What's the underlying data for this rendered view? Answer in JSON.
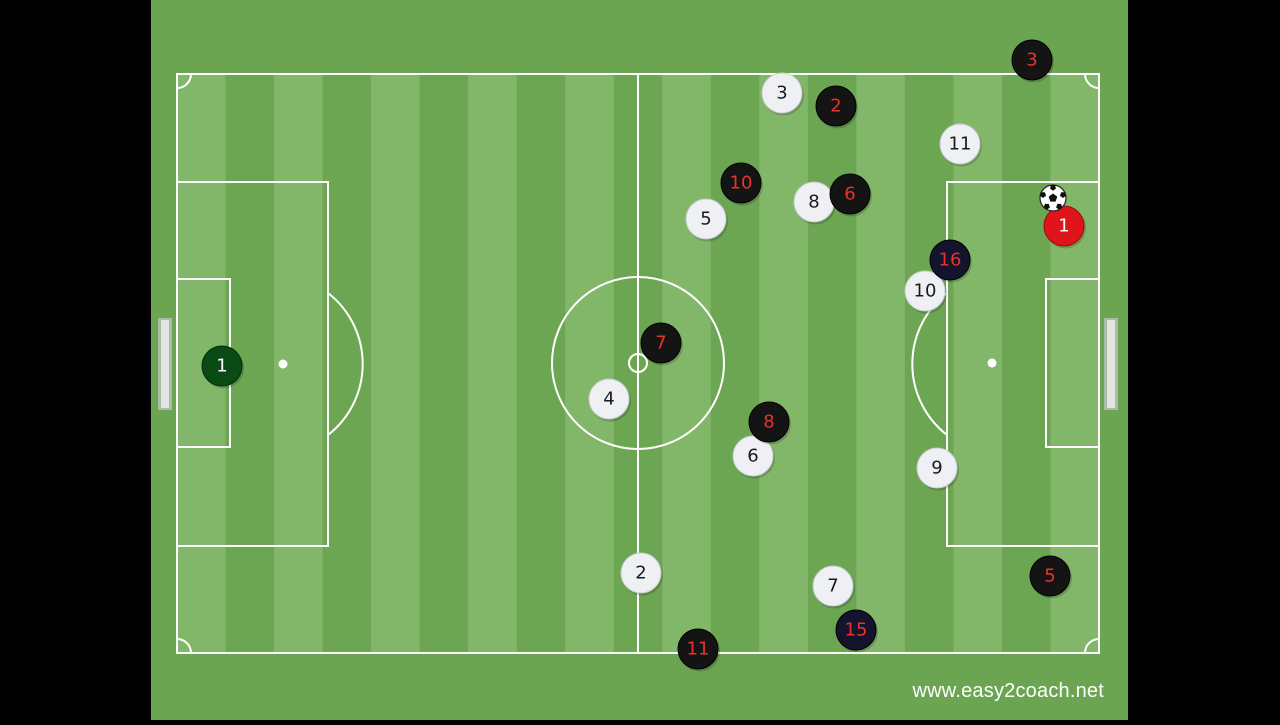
{
  "colors": {
    "background": "#000000",
    "grass_outer": "#6ba552",
    "stripe_dark": "#6ca653",
    "stripe_light": "#82b76a",
    "lines": "#ffffff",
    "white_team_fill": "#eef0f4",
    "white_team_text": "#1a1a1a",
    "black_team_fill": "#141414",
    "black_team_text": "#e8332a",
    "navy_fill": "#14142e",
    "goalkeeper_dark_fill": "#0a4a14",
    "goalkeeper_dark_text": "#ffffff",
    "goalkeeper_red_fill": "#e0151b",
    "goalkeeper_red_text": "#ffffff"
  },
  "pitch": {
    "name": "football-pitch",
    "ball_icon": "soccer-ball-icon",
    "goal_icons": [
      "left-goal-icon",
      "right-goal-icon"
    ]
  },
  "players": [
    {
      "id": "white-1",
      "number": "1",
      "team": "goalkeeper-dark"
    },
    {
      "id": "white-2",
      "number": "2",
      "team": "white"
    },
    {
      "id": "white-3",
      "number": "3",
      "team": "white"
    },
    {
      "id": "white-4",
      "number": "4",
      "team": "white"
    },
    {
      "id": "white-5",
      "number": "5",
      "team": "white"
    },
    {
      "id": "white-6",
      "number": "6",
      "team": "white"
    },
    {
      "id": "white-7",
      "number": "7",
      "team": "white"
    },
    {
      "id": "white-8",
      "number": "8",
      "team": "white"
    },
    {
      "id": "white-9",
      "number": "9",
      "team": "white"
    },
    {
      "id": "white-10",
      "number": "10",
      "team": "white"
    },
    {
      "id": "white-11",
      "number": "11",
      "team": "white"
    },
    {
      "id": "black-1",
      "number": "1",
      "team": "goalkeeper-red"
    },
    {
      "id": "black-2",
      "number": "2",
      "team": "black"
    },
    {
      "id": "black-3",
      "number": "3",
      "team": "black"
    },
    {
      "id": "black-5",
      "number": "5",
      "team": "black"
    },
    {
      "id": "black-6",
      "number": "6",
      "team": "black"
    },
    {
      "id": "black-7",
      "number": "7",
      "team": "black"
    },
    {
      "id": "black-8",
      "number": "8",
      "team": "black"
    },
    {
      "id": "black-10",
      "number": "10",
      "team": "black"
    },
    {
      "id": "black-11",
      "number": "11",
      "team": "black"
    },
    {
      "id": "black-15",
      "number": "15",
      "team": "navy"
    },
    {
      "id": "black-16",
      "number": "16",
      "team": "navy"
    }
  ],
  "watermark": "www.easy2coach.net"
}
